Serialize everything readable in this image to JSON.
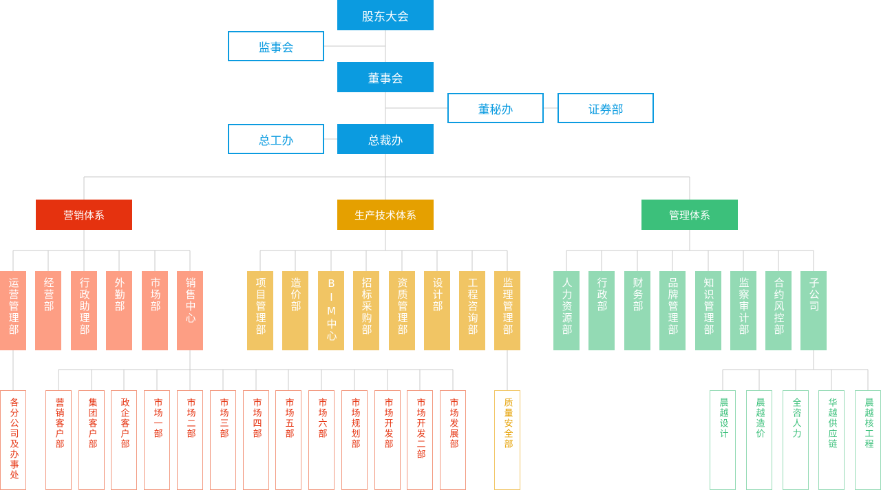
{
  "colors": {
    "top": "#0b9be0",
    "marketing": "#e5320f",
    "marketing_dept": "#fd9e84",
    "production": "#e5a000",
    "production_dept": "#f1c564",
    "management": "#3cc07b",
    "management_dept": "#93dab4",
    "line": "#c8c8c8"
  },
  "top": {
    "shareholders": "股东大会",
    "supervisors": "监事会",
    "board": "董事会",
    "board_secretary": "董秘办",
    "securities": "证券部",
    "chief_engineer": "总工办",
    "president": "总裁办"
  },
  "systems": {
    "marketing": {
      "label": "营销体系",
      "departments": [
        "运营管理部",
        "经营部",
        "行政助理部",
        "外勤部",
        "市场部",
        "销售中心"
      ],
      "branch": "各分公司及办事处",
      "sales_units": [
        "营销客户部",
        "集团客户部",
        "政企客户部",
        "市场一部",
        "市场二部",
        "市场三部",
        "市场四部",
        "市场五部",
        "市场六部",
        "市场规划部",
        "市场开发部",
        "市场开发二部",
        "市场发展部"
      ]
    },
    "production": {
      "label": "生产技术体系",
      "departments": [
        "项目管理部",
        "造价部",
        "BIM中心",
        "招标采购部",
        "资质管理部",
        "设计部",
        "工程咨询部",
        "监理管理部"
      ],
      "sub_unit": "质量安全部"
    },
    "management": {
      "label": "管理体系",
      "departments": [
        "人力资源部",
        "行政部",
        "财务部",
        "品牌管理部",
        "知识管理部",
        "监察审计部",
        "合约风控部",
        "子公司"
      ],
      "subsidiaries": [
        "晨越设计",
        "晨越造价",
        "全咨人力",
        "华越供应链",
        "晨越核工程"
      ]
    }
  }
}
